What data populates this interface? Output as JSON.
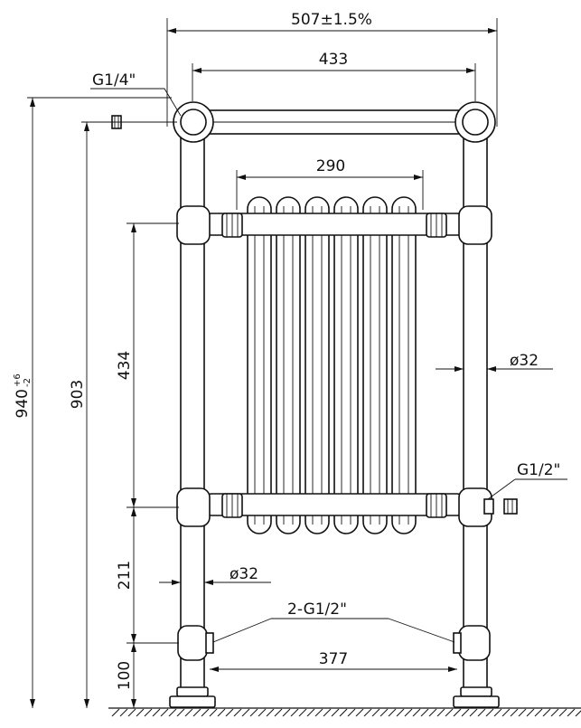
{
  "dimensions": {
    "overall_width": "507±1.5%",
    "pipe_centers": "433",
    "radiator_width": "290",
    "column_height": "434",
    "bottom_offset": "211",
    "foot_height": "100",
    "center_height": "903",
    "overall_height_main": "940",
    "overall_height_tol_upper": "+6",
    "overall_height_tol_lower": "-2",
    "pipe_diameter_right": "ø32",
    "pipe_diameter_left": "ø32",
    "valve_spacing": "377"
  },
  "threads": {
    "top_left": "G1/4\"",
    "right_side": "G1/2\"",
    "bottom_pair": "2-G1/2\""
  }
}
